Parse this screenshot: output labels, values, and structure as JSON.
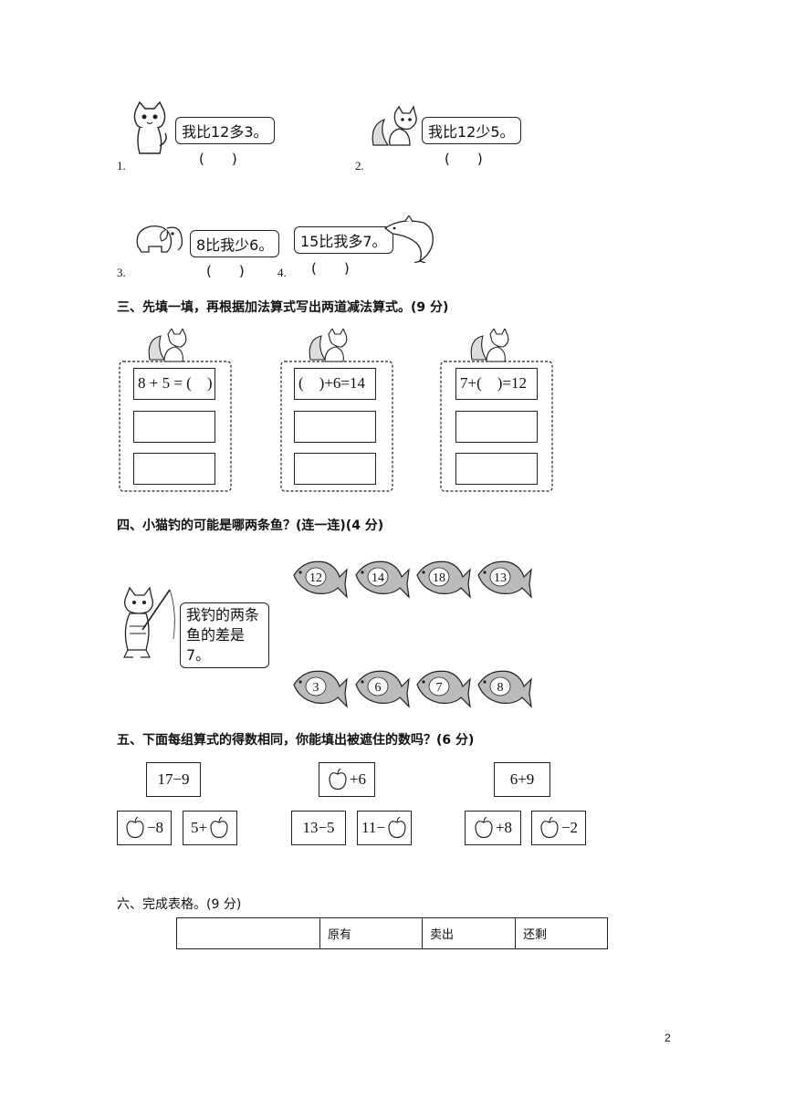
{
  "section2": {
    "items": [
      {
        "number": "1.",
        "speech": "我比12多3。",
        "blank": "(　　)"
      },
      {
        "number": "2.",
        "speech": "我比12少5。",
        "blank": "(　　)"
      },
      {
        "number": "3.",
        "speech": "8比我少6。",
        "blank": "(　　)"
      },
      {
        "number": "4.",
        "speech": "15比我多7。",
        "blank": "(　　)"
      }
    ]
  },
  "section3": {
    "heading": "三、先填一填，再根据加法算式写出两道减法算式。(9 分)",
    "groups": [
      {
        "equation": "8 + 5 = (    )"
      },
      {
        "equation": "(    )+6=14"
      },
      {
        "equation": "7+(    )=12"
      }
    ]
  },
  "section4": {
    "heading": "四、小猫钓的可能是哪两条鱼？(连一连)(4 分)",
    "speech_line1": "我钓的两条",
    "speech_line2": "鱼的差是7。",
    "fish_top": [
      "12",
      "14",
      "18",
      "13"
    ],
    "fish_bottom": [
      "3",
      "6",
      "7",
      "8"
    ]
  },
  "section5": {
    "heading": "五、下面每组算式的得数相同，你能填出被遮住的数吗？(6 分)",
    "groups": [
      {
        "top": {
          "prefix": "17−9",
          "suffix": ""
        },
        "bottom": [
          {
            "prefix": "",
            "apple": true,
            "suffix": "−8"
          },
          {
            "prefix": "5+",
            "apple": true,
            "suffix": ""
          }
        ]
      },
      {
        "top": {
          "prefix": "",
          "apple": true,
          "suffix": "+6"
        },
        "bottom": [
          {
            "prefix": "13−5",
            "apple": false,
            "suffix": ""
          },
          {
            "prefix": "11−",
            "apple": true,
            "suffix": ""
          }
        ]
      },
      {
        "top": {
          "prefix": "6+9",
          "suffix": ""
        },
        "bottom": [
          {
            "prefix": "",
            "apple": true,
            "suffix": "+8"
          },
          {
            "prefix": "",
            "apple": true,
            "suffix": "−2"
          }
        ]
      }
    ]
  },
  "section6": {
    "heading": "六、完成表格。(9 分)",
    "columns": [
      "",
      "原有",
      "卖出",
      "还剩"
    ]
  },
  "page_number": "2"
}
